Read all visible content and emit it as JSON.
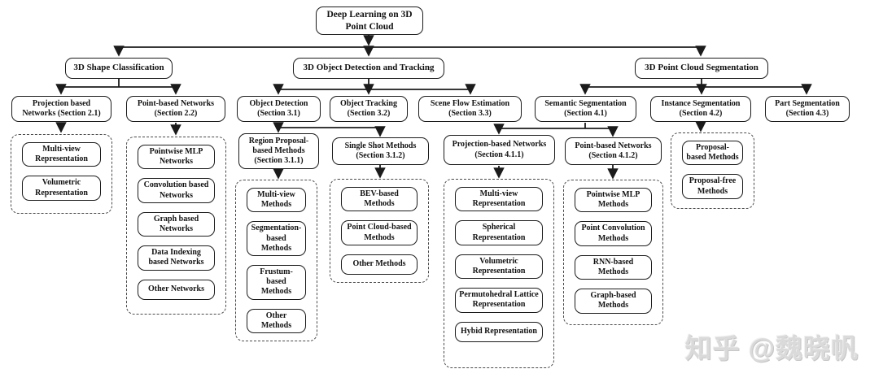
{
  "title": "Deep Learning on 3D Point Cloud taxonomy diagram",
  "nodes": {
    "root": "Deep Learning on 3D Point Cloud",
    "shape_classification": "3D Shape Classification",
    "object_detection_tracking": "3D Object Detection and Tracking",
    "point_cloud_segmentation": "3D Point Cloud Segmentation",
    "projection_networks_21": "Projection based Networks (Section 2.1)",
    "point_networks_22": "Point-based Networks (Section 2.2)",
    "object_detection_31": "Object Detection (Section 3.1)",
    "object_tracking_32": "Object Tracking (Section 3.2)",
    "scene_flow_33": "Scene Flow Estimation (Section 3.3)",
    "semantic_segmentation_41": "Semantic Segmentation (Section 4.1)",
    "instance_segmentation_42": "Instance Segmentation (Section 4.2)",
    "part_segmentation_43": "Part Segmentation (Section 4.3)",
    "region_proposal_311": "Region Proposal-based Methods (Section 3.1.1)",
    "single_shot_312": "Single Shot Methods (Section 3.1.2)",
    "projection_networks_411": "Projection-based Networks (Section 4.1.1)",
    "point_networks_412": "Point-based Networks (Section 4.1.2)"
  },
  "groups": {
    "projection_21": [
      "Multi-view Representation",
      "Volumetric Representation"
    ],
    "point_22": [
      "Pointwise MLP Networks",
      "Convolution based Networks",
      "Graph based Networks",
      "Data Indexing based Networks",
      "Other Networks"
    ],
    "region_proposal_311": [
      "Multi-view Methods",
      "Segmentation-based Methods",
      "Frustum-based Methods",
      "Other Methods"
    ],
    "single_shot_312": [
      "BEV-based Methods",
      "Point Cloud-based Methods",
      "Other Methods"
    ],
    "projection_411": [
      "Multi-view Representation",
      "Spherical Representation",
      "Volumetric Representation",
      "Permutohedral Lattice Representation",
      "Hybid Representation"
    ],
    "point_412": [
      "Pointwise MLP Methods",
      "Point Convolution Methods",
      "RNN-based Methods",
      "Graph-based Methods"
    ],
    "instance_42": [
      "Proposal-based Methods",
      "Proposal-free Methods"
    ]
  },
  "watermark": "知乎 @魏晓帆",
  "colors": {
    "line": "#1b1b1b",
    "box_border": "#1b1b1b",
    "group_border": "#4a4a4a",
    "background": "#ffffff",
    "watermark": "#dadada"
  }
}
